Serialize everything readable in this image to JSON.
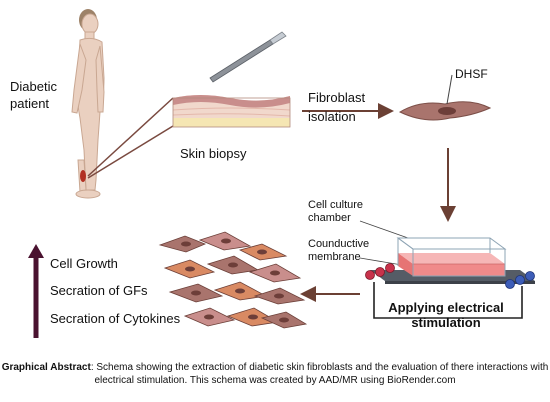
{
  "labels": {
    "patient": "Diabetic patient",
    "skin_biopsy": "Skin biopsy",
    "fibroblast_isolation": "Fibroblast isolation",
    "dhsf": "DHSF",
    "cell_culture_chamber": "Cell culture chamber",
    "conductive_membrane": "Counductive membrane",
    "applying_stimulation": "Applying electrical stimulation"
  },
  "effects": [
    "Cell Growth",
    "Secration of GFs",
    "Secration of Cytokines"
  ],
  "caption": {
    "bold": "Graphical Abstract",
    "text": ": Schema showing the extraction of diabetic skin fibroblasts and the evaluation of there interactions with electrical stimulation. This schema was created by AAD/MR using BioRender.com"
  },
  "colors": {
    "arrow": "#6b4034",
    "effect_arrow": "#4a1230",
    "skin_top": "#c98e8c",
    "dermis": "#f1d8cc",
    "fat": "#f5e6b3",
    "fibroblast": "#a9746d",
    "fibroblast_orange": "#d98a63",
    "chamber_medium": "#f08a8a",
    "electrode_red": "#c8324b",
    "electrode_blue": "#3d5db8",
    "plate": "#555c66"
  }
}
